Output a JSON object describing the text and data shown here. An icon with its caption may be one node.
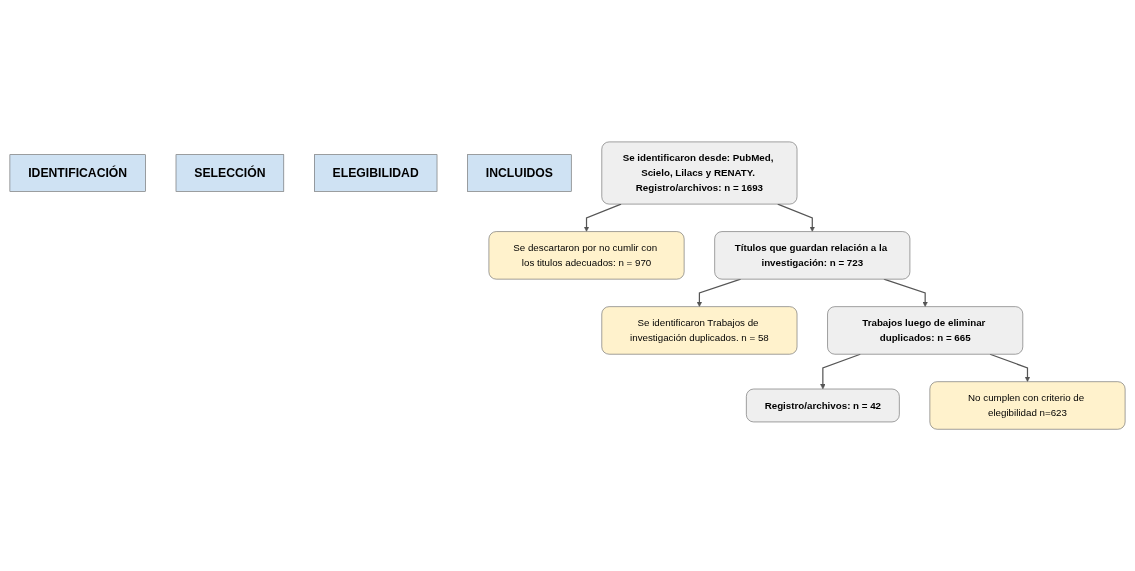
{
  "diagram": {
    "nodes": [
      {
        "text": [
          "IDENTIFICACIÓN"
        ]
      },
      {
        "text": [
          "SELECCIÓN"
        ]
      },
      {
        "text": [
          "ELEGIBILIDAD"
        ]
      },
      {
        "text": [
          "INCLUIDOS"
        ]
      },
      {
        "text": [
          "Se identificaron desde: PubMed, Scielo, Lilacs y RENATY. Registro/archivos: n = 1693"
        ]
      },
      {
        "text": [
          "Se descartaron por no cumlir con los titulos adecuados: n = 970"
        ]
      },
      {
        "text": [
          "Títulos que guardan relación a la investigación: n = 723"
        ]
      },
      {
        "text": [
          "Se identificaron Trabajos de investigación duplicados. n = 58"
        ]
      },
      {
        "text": [
          "Trabajos luego de eliminar duplicados: n = 665"
        ]
      },
      {
        "text": [
          "No cumplen con criterio de elegibilidad n=623"
        ]
      },
      {
        "text": [
          "Registro/archivos: n = 42"
        ]
      }
    ],
    "edges": [
      {
        "from": 4,
        "to": 6,
        "arrow": "to"
      },
      {
        "from": 4,
        "to": 5,
        "arrow": "to"
      },
      {
        "from": 6,
        "to": 8,
        "arrow": "to"
      },
      {
        "from": 6,
        "to": 7,
        "arrow": "to"
      },
      {
        "from": 8,
        "to": 10,
        "arrow": "to"
      },
      {
        "from": 8,
        "to": 9,
        "arrow": "to"
      }
    ]
  }
}
